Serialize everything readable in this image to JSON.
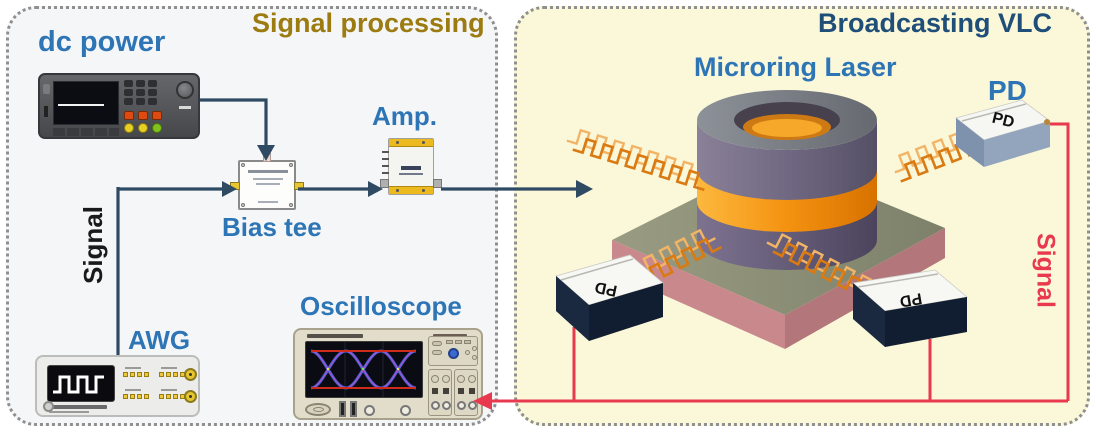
{
  "diagram": {
    "left_panel": {
      "title": "Signal processing",
      "labels": {
        "dc_power": "dc power",
        "signal": "Signal",
        "awg": "AWG",
        "bias_tee": "Bias tee",
        "amp": "Amp.",
        "oscilloscope": "Oscilloscope"
      }
    },
    "right_panel": {
      "title": "Broadcasting VLC",
      "labels": {
        "microring_laser": "Microring Laser",
        "pd": "PD",
        "signal": "Signal"
      },
      "pd_chips": {
        "top": "PD",
        "left": "PD",
        "middle": "PD"
      }
    },
    "colors": {
      "label_blue": "#2e75b6",
      "left_title_gold": "#9c7b10",
      "right_title_navy": "#1f4e79",
      "signal_red": "#e8394f",
      "connector_blue": "#2f4a63",
      "wave_orange": "#d97a12",
      "ring_orange": "#f49a10",
      "left_panel_bg": "#f5f6f8",
      "right_panel_bg": "#fbf8da"
    }
  }
}
